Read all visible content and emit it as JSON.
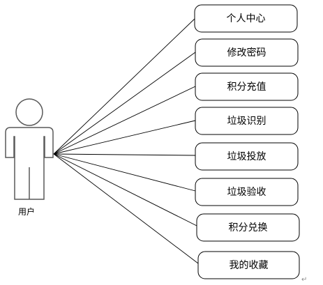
{
  "actor": {
    "label": "用户"
  },
  "use_cases": [
    {
      "label": "个人中心"
    },
    {
      "label": "修改密码"
    },
    {
      "label": "积分充值"
    },
    {
      "label": "垃圾识别"
    },
    {
      "label": "垃圾投放"
    },
    {
      "label": "垃圾验收"
    },
    {
      "label": "积分兑换"
    },
    {
      "label": "我的收藏"
    }
  ],
  "paragraph_mark": "↵",
  "colors": {
    "actor_stroke": "#595959",
    "line": "#000000",
    "box_stroke": "#000000",
    "background": "#ffffff"
  }
}
